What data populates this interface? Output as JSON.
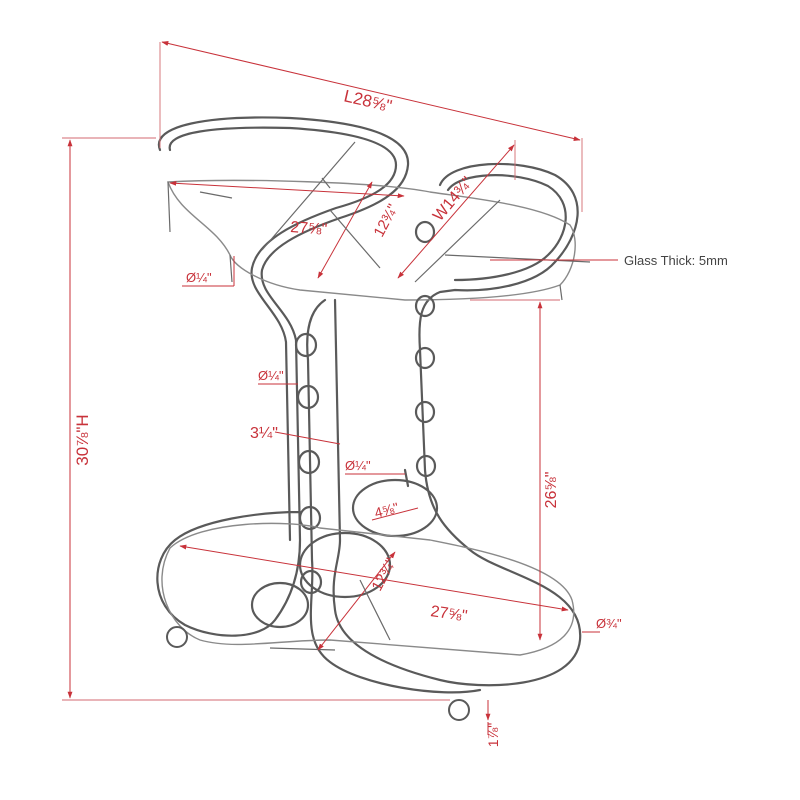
{
  "drawing": {
    "length_label": "L28⅝\"",
    "width_label": "W14¾\"",
    "height_label": "30⅞\"H",
    "top_shelf_length": "27⅝\"",
    "top_shelf_depth": "12¾\"",
    "bottom_shelf_length": "27⅝\"",
    "bottom_shelf_depth": "12¾\"",
    "tube_dia_top": "Ø¼\"",
    "tube_dia_holder": "Ø¼\"",
    "tube_dia_inner": "Ø¼\"",
    "ring_spacing": "3¼\"",
    "holder_ring_dia": "4⅝\"",
    "shelf_height": "26⅝\"",
    "frame_dia": "Ø¾\"",
    "wheel_height": "1⅞\"",
    "glass_note": "Glass Thick: 5mm"
  },
  "colors": {
    "dimension": "#c8323a",
    "frame": "#5a5a5a"
  }
}
